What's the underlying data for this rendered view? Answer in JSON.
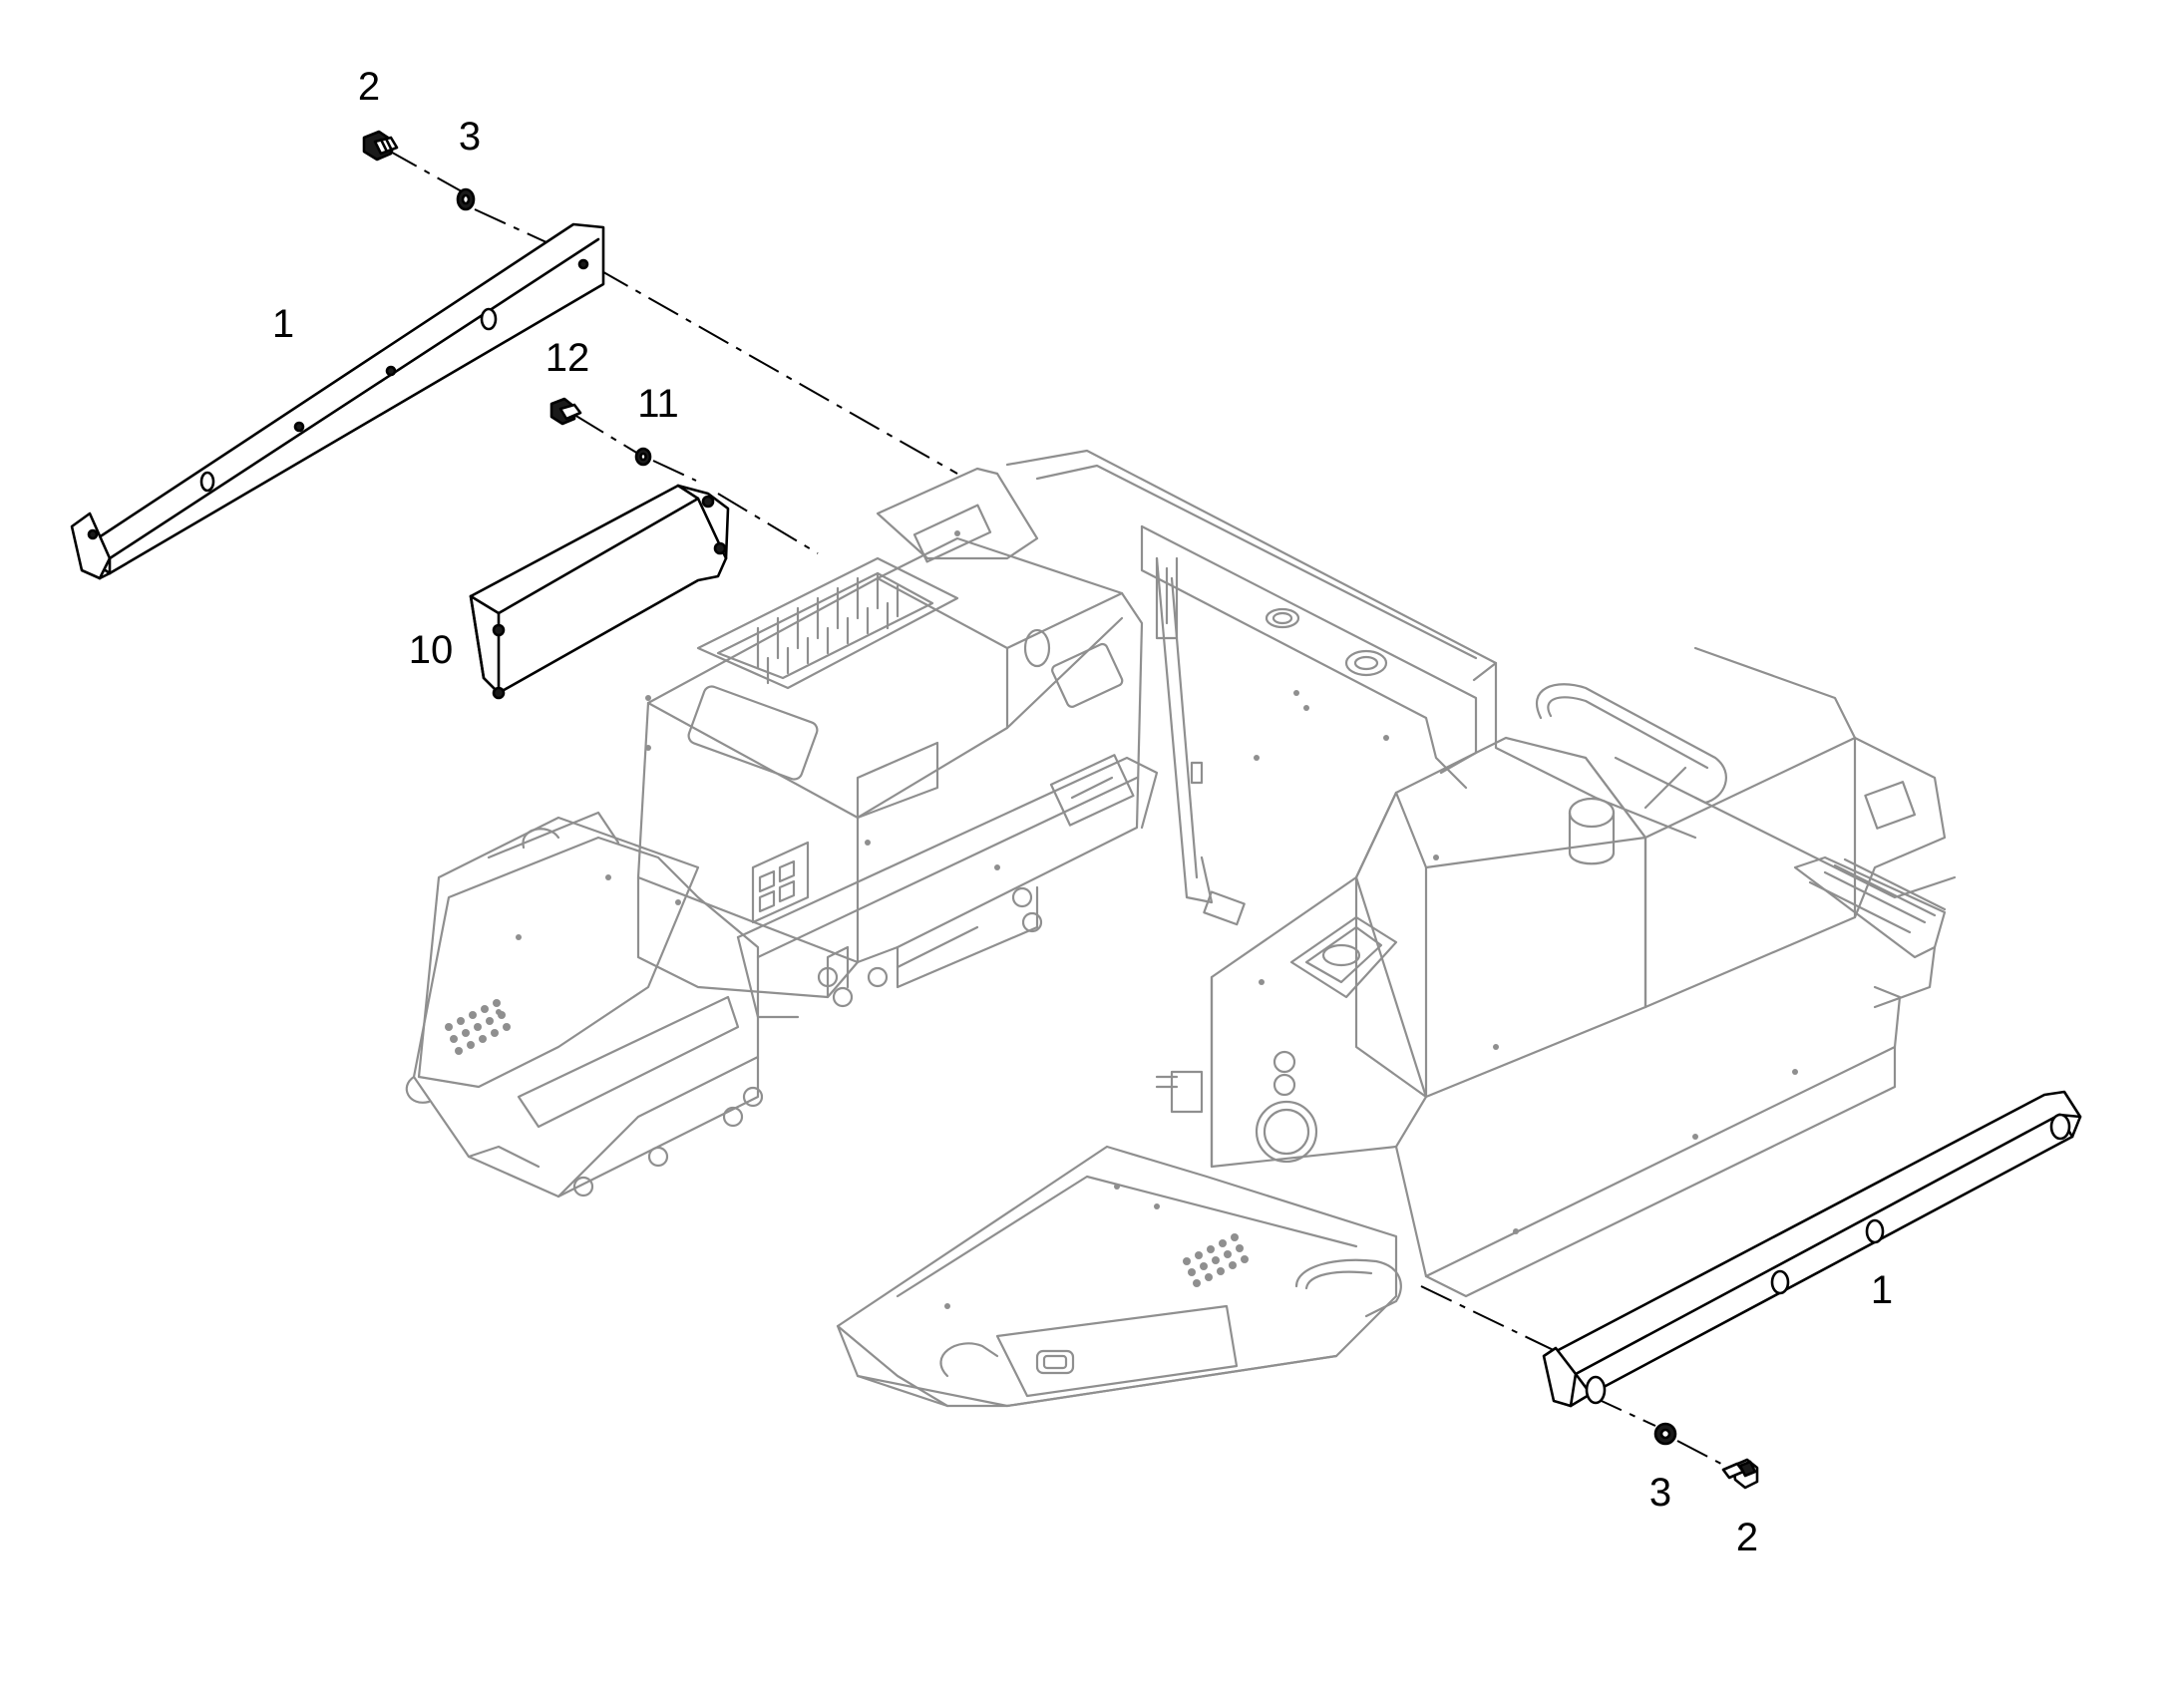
{
  "callouts": [
    {
      "id": "c-2-top",
      "label": "2"
    },
    {
      "id": "c-3-top",
      "label": "3"
    },
    {
      "id": "c-1-top",
      "label": "1"
    },
    {
      "id": "c-12",
      "label": "12"
    },
    {
      "id": "c-11",
      "label": "11"
    },
    {
      "id": "c-10",
      "label": "10"
    },
    {
      "id": "c-1-bottom",
      "label": "1"
    },
    {
      "id": "c-3-bottom",
      "label": "3"
    },
    {
      "id": "c-2-bottom",
      "label": "2"
    }
  ],
  "colors": {
    "part_stroke": "#000000",
    "background_assembly": "#8f8f8f",
    "background": "#ffffff"
  }
}
